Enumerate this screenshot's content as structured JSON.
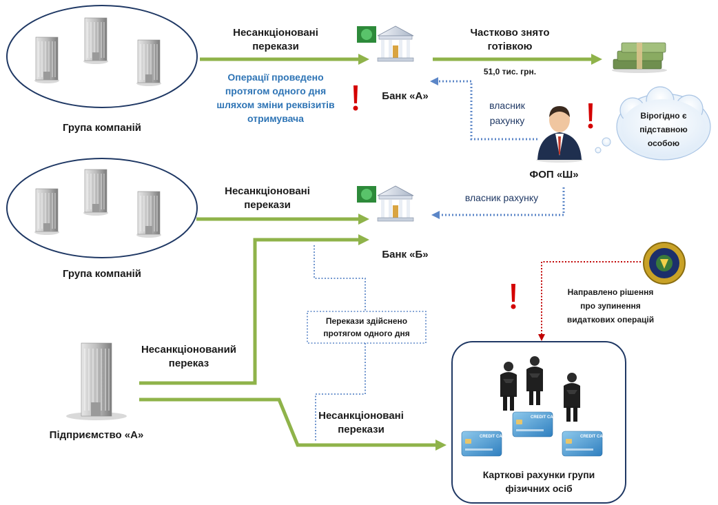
{
  "labels": {
    "group_1": "Група компаній",
    "group_2": "Група компаній",
    "unsanctioned_1_l1": "Несанкціоновані",
    "unsanctioned_1_l2": "перекази",
    "unsanctioned_2_l1": "Несанкціоновані",
    "unsanctioned_2_l2": "перекази",
    "unsanctioned_3_l1": "Несанкціонований",
    "unsanctioned_3_l2": "переказ",
    "unsanctioned_4_l1": "Несанкціоновані",
    "unsanctioned_4_l2": "перекази",
    "ops_note_l1": "Операції проведено",
    "ops_note_l2": "протягом одного дня",
    "ops_note_l3": "шляхом зміни реквізитів",
    "ops_note_l4": "отримувача",
    "bank_a": "Банк «А»",
    "bank_b": "Банк «Б»",
    "cash_l1": "Частково знято",
    "cash_l2": "готівкою",
    "cash_amount": "51,0 тис. грн.",
    "owner_1_l1": "власник",
    "owner_1_l2": "рахунку",
    "owner_2": "власник  рахунку",
    "fop": "ФОП «Ш»",
    "nominee_l1": "Вірогідно є",
    "nominee_l2": "підставною",
    "nominee_l3": "особою",
    "one_day_l1": "Перекази здійснено",
    "one_day_l2": "протягом одного дня",
    "decision_l1": "Направлено рішення",
    "decision_l2": "про зупинення",
    "decision_l3": "видаткових операцій",
    "enterprise": "Підприємство «А»",
    "card_accounts_l1": "Карткові рахунки групи",
    "card_accounts_l2": "фізичних  осіб",
    "credit_card": "CREDIT CARD"
  },
  "colors": {
    "flow_arrow": "#8fb34a",
    "owner_link": "#5b86c7",
    "decision_link": "#c00000",
    "alert": "#d40000",
    "note_text": "#2e74b5",
    "group_outline": "#1f3864"
  }
}
